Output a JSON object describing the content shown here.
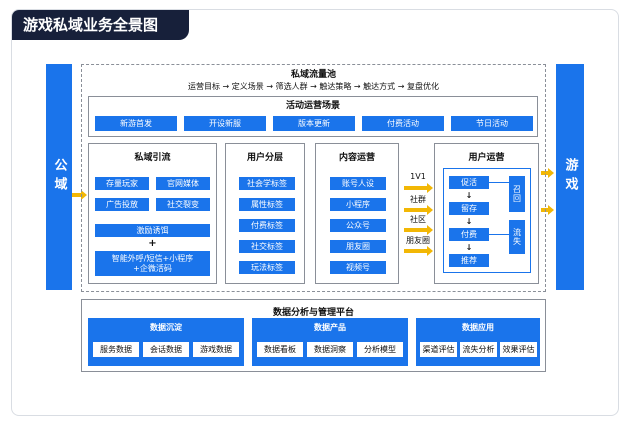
{
  "title": "游戏私域业务全景图",
  "left_bar": "公域",
  "right_bar": "游戏",
  "pool": {
    "title": "私域流量池",
    "flow": "运营目标 → 定义场景 → 筛选人群 → 触达策略 → 触达方式 → 复盘优化"
  },
  "activity": {
    "title": "活动运营场景",
    "items": [
      "新游首发",
      "开设新服",
      "版本更新",
      "付费活动",
      "节日活动"
    ]
  },
  "traffic": {
    "title": "私域引流",
    "items": [
      "存量玩家",
      "官网媒体",
      "广告投放",
      "社交裂变"
    ],
    "incentive": "激励诱饵",
    "plus": "+",
    "channels": "智能外呼/短信+小程序\n+企微活码"
  },
  "layering": {
    "title": "用户分层",
    "items": [
      "社会学标签",
      "属性标签",
      "付费标签",
      "社交标签",
      "玩法标签"
    ]
  },
  "content": {
    "title": "内容运营",
    "items": [
      "账号人设",
      "小程序",
      "公众号",
      "朋友圈",
      "视频号"
    ]
  },
  "connectors": [
    "1V1",
    "社群",
    "社区",
    "朋友圈"
  ],
  "user_ops": {
    "title": "用户运营",
    "flow": [
      "促活",
      "留存",
      "付费",
      "推荐"
    ],
    "side": [
      "召回",
      "流失"
    ]
  },
  "platform": {
    "title": "数据分析与管理平台",
    "groups": [
      {
        "title": "数据沉淀",
        "items": [
          "服务数据",
          "会话数据",
          "游戏数据"
        ]
      },
      {
        "title": "数据产品",
        "items": [
          "数据看板",
          "数据洞察",
          "分析模型"
        ]
      },
      {
        "title": "数据应用",
        "items": [
          "渠道评估",
          "流失分析",
          "效果评估"
        ]
      }
    ]
  },
  "colors": {
    "primary": "#1a74eb",
    "arrow": "#f2b705",
    "title_bg": "#17203a"
  }
}
